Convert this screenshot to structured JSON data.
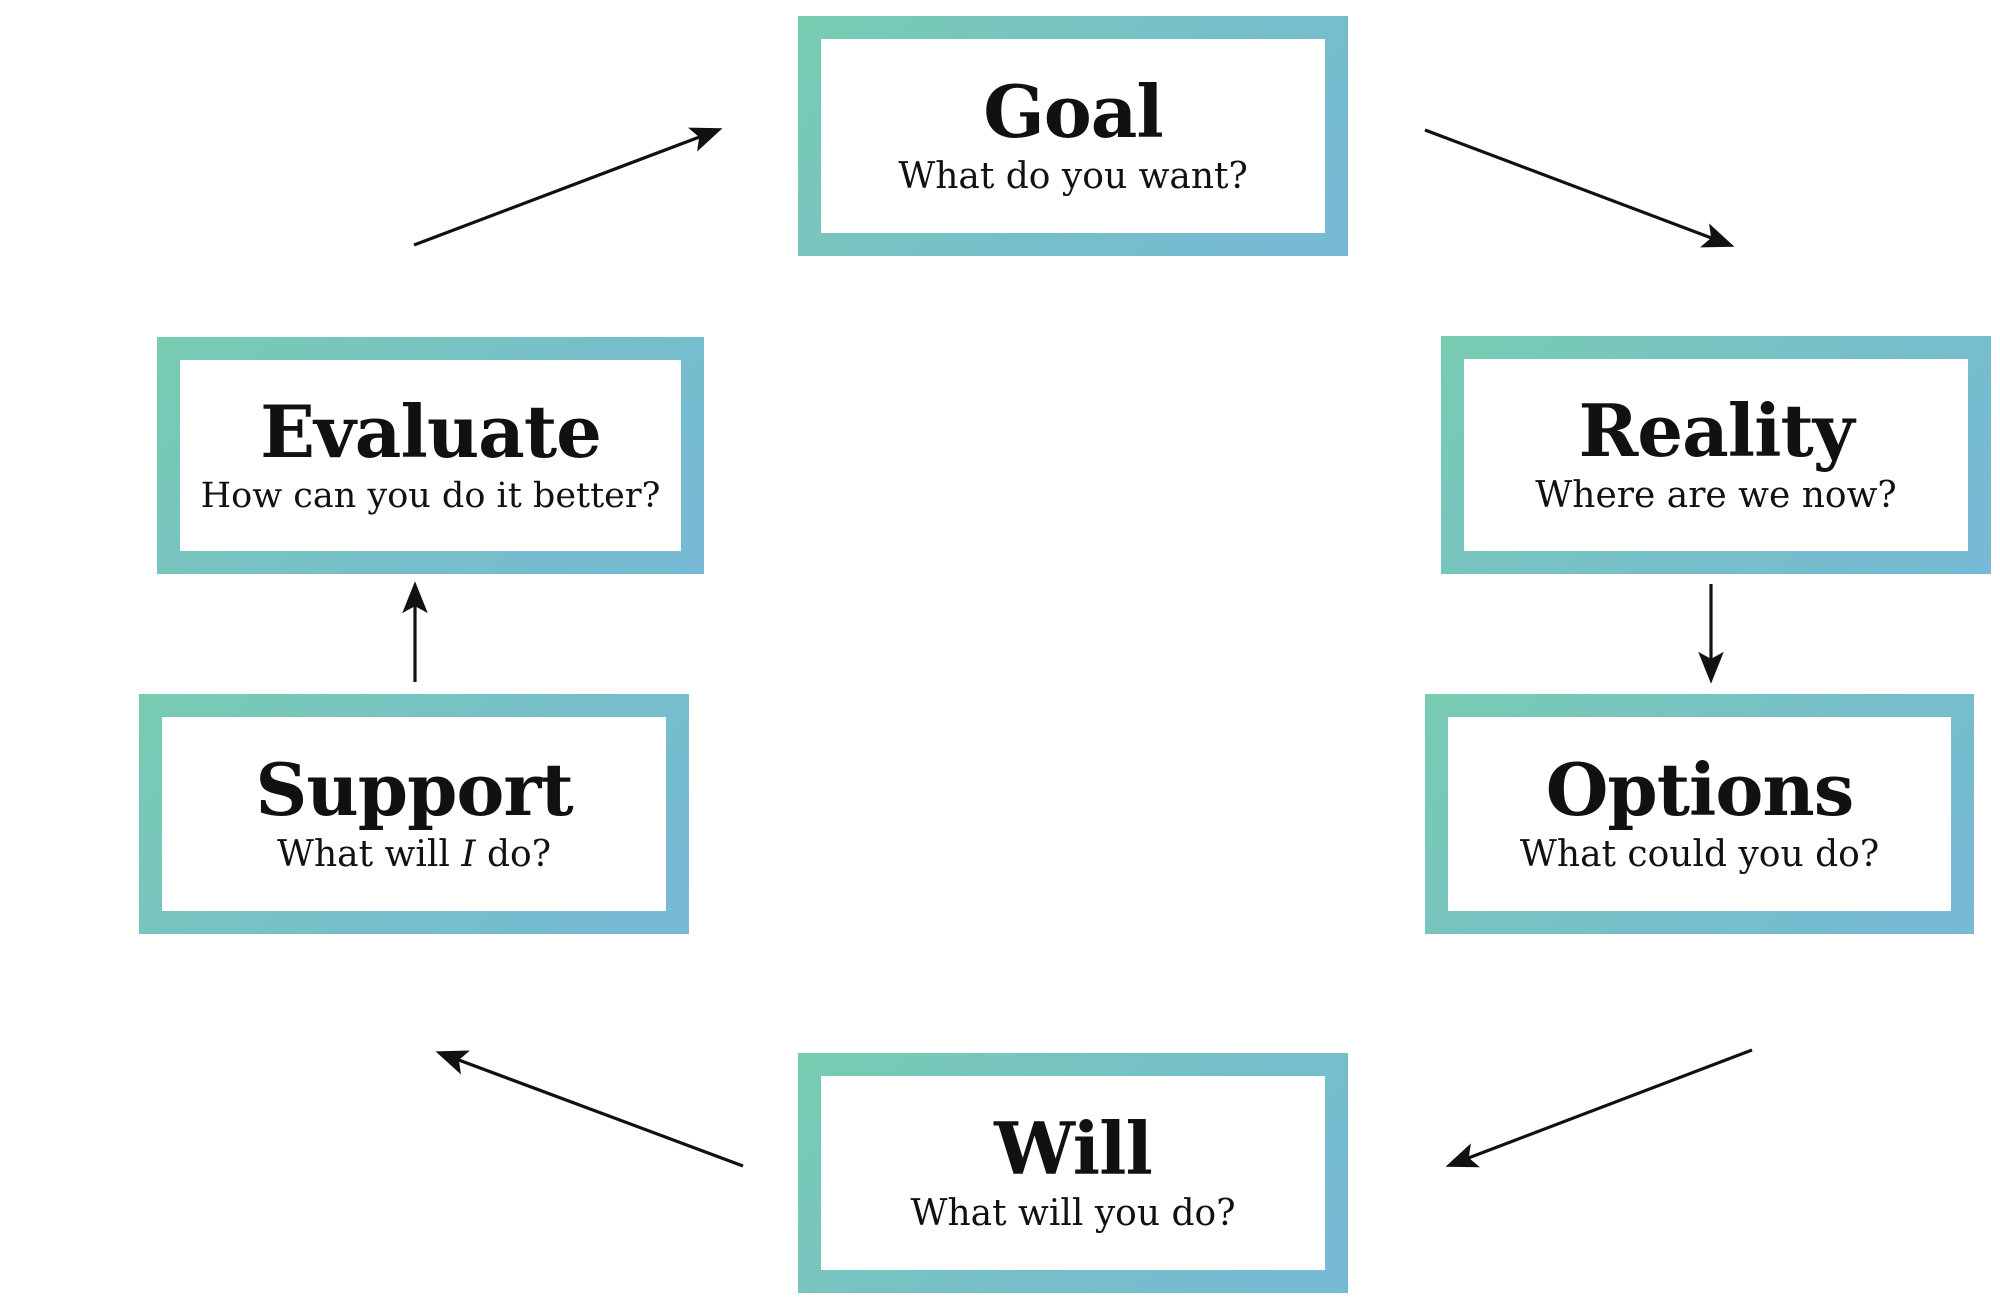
{
  "diagram": {
    "goal": {
      "title": "Goal",
      "subtitle": "What do you want?"
    },
    "reality": {
      "title": "Reality",
      "subtitle": "Where are we now?"
    },
    "options": {
      "title": "Options",
      "subtitle": "What could you do?"
    },
    "will": {
      "title": "Will",
      "subtitle": "What will you do?"
    },
    "support": {
      "title": "Support",
      "subtitle_before": "What will ",
      "subtitle_emphasis": "I",
      "subtitle_after": " do?"
    },
    "evaluate": {
      "title": "Evaluate",
      "subtitle": "How can you do it better?"
    }
  },
  "colors": {
    "border_gradient_start": "#79ccb1",
    "border_gradient_end": "#77b9d6",
    "arrow": "#111111",
    "text": "#111111"
  }
}
